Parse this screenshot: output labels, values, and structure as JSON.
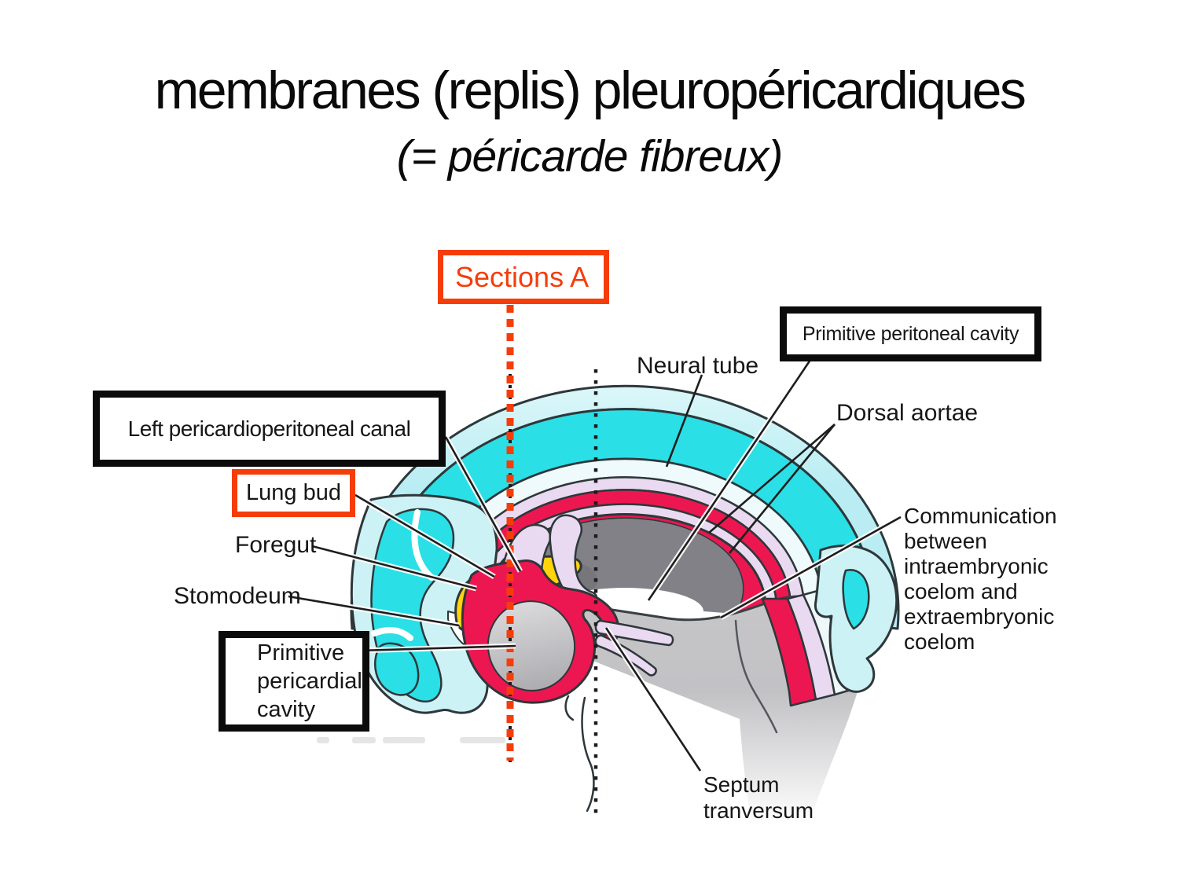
{
  "title": "membranes (replis) pleuropéricardiques",
  "subtitle": "(= péricarde fibreux)",
  "callout_boxes": {
    "sections_a": {
      "label": "Sections A",
      "style": "orange"
    },
    "primitive_peritoneal": {
      "label": "Primitive peritoneal cavity",
      "style": "black"
    },
    "left_canal": {
      "label": "Left pericardioperitoneal canal",
      "style": "black"
    },
    "lung_bud": {
      "label": "Lung bud",
      "style": "orange"
    },
    "primitive_pericardial": {
      "style": "black",
      "lines": [
        "Primitive",
        "pericardial",
        "cavity"
      ]
    }
  },
  "labels": {
    "neural_tube": "Neural tube",
    "dorsal_aortae": "Dorsal aortae",
    "foregut": "Foregut",
    "stomodeum": "Stomodeum",
    "communication": {
      "lines": [
        "Communication",
        "between",
        "intraembryonic",
        "coelom and",
        "extraembryonic",
        "coelom"
      ]
    },
    "septum": {
      "lines": [
        "Septum",
        "tranversum"
      ]
    }
  },
  "colors": {
    "accent_orange_red": "#f53d0a",
    "callout_black": "#0b0b0b",
    "band_bright_cyan": "#2bdfe6",
    "band_pale_cyan": "#cdf2f6",
    "band_red": "#ec1750",
    "band_lavender": "#e9daf1",
    "foregut_yellow": "#ffd40a",
    "body_gray": "#c6c6c8",
    "outline_dark": "#2e373a",
    "label_text": "#161616"
  }
}
